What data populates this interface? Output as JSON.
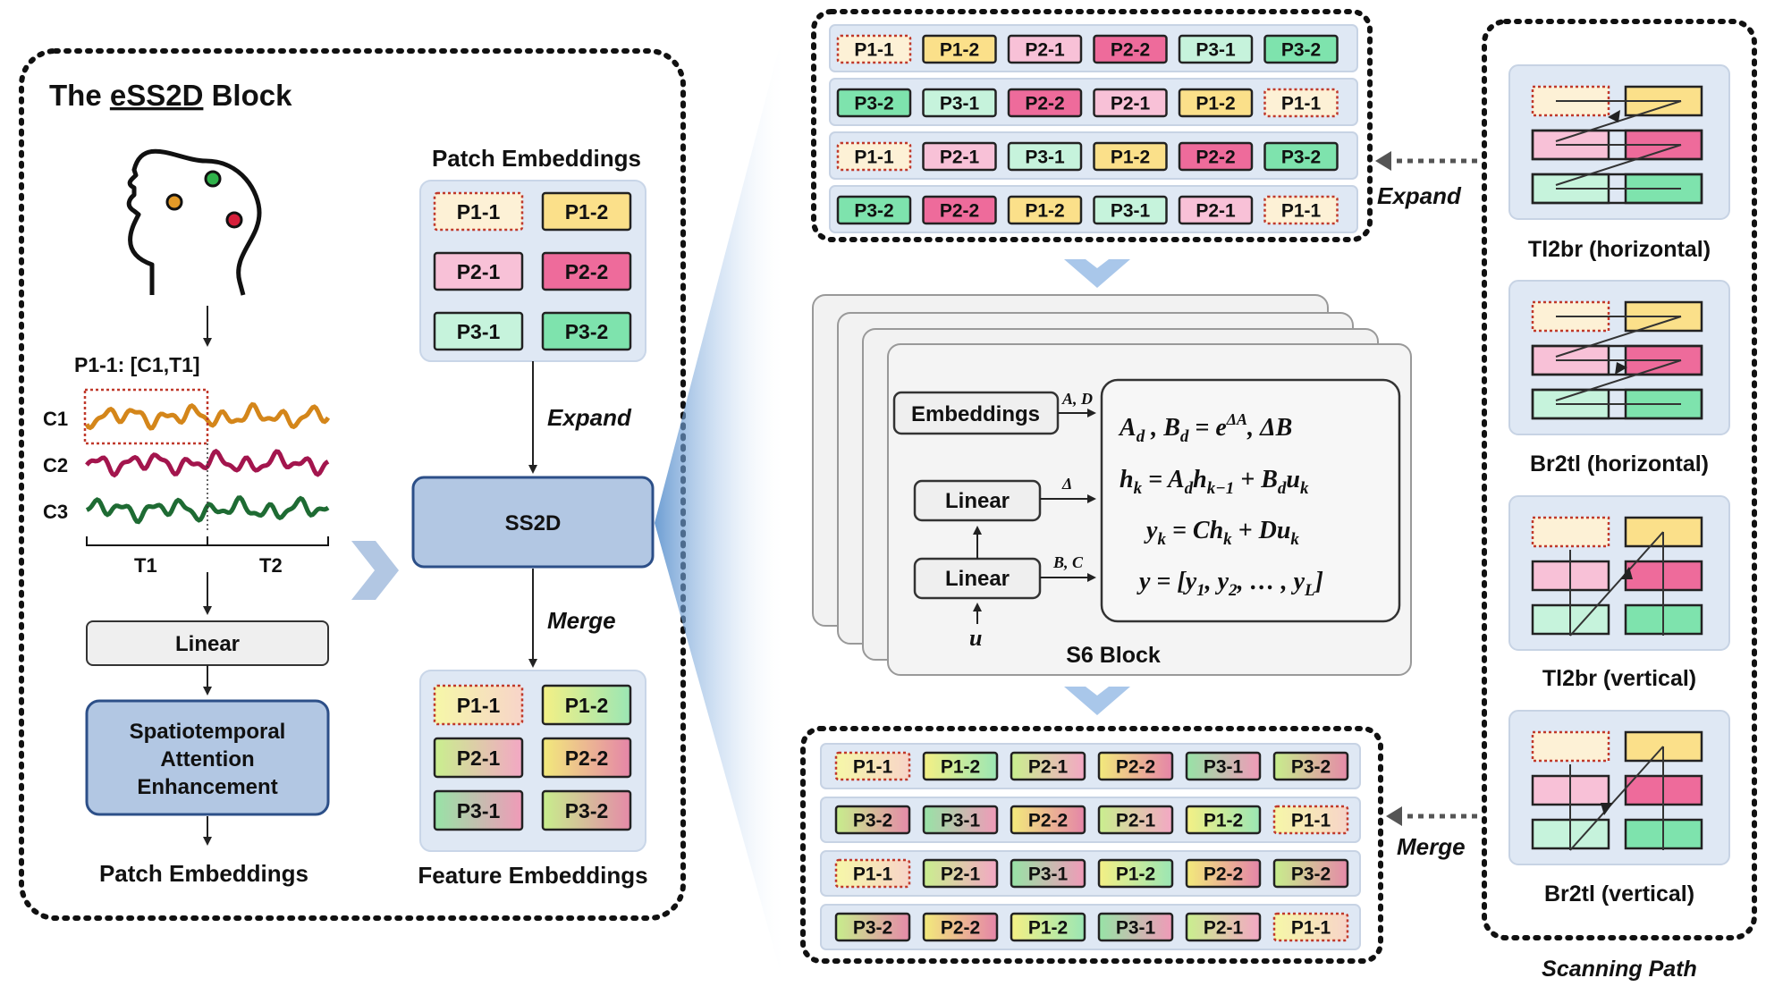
{
  "colors": {
    "p1_1": "#fdf1d6",
    "p1_2": "#fbe08a",
    "p2_1": "#f8c1d7",
    "p2_2": "#ee6b9b",
    "p3_1": "#c6f3dc",
    "p3_2": "#7ee3ad",
    "panel_blue": "#dfe8f4",
    "ss2d_fill": "#b2c7e3",
    "attention_fill": "#b2c7e3",
    "s6_fill": "#f2f2f2",
    "linear_fill": "#efefef",
    "signal_c1": "#d4861a",
    "signal_c2": "#a3154d",
    "signal_c3": "#1e6b33",
    "dotted_red": "#c0392b"
  },
  "left_block": {
    "title_prefix": "The ",
    "title_underlined": "eSS2D",
    "title_suffix": " Block",
    "patch_caption": "P1-1: [C1,T1]",
    "channels": [
      "C1",
      "C2",
      "C3"
    ],
    "time_labels": [
      "T1",
      "T2"
    ],
    "linear_label": "Linear",
    "attention_label_lines": [
      "Spatiotemporal",
      "Attention",
      "Enhancement"
    ],
    "output_label": "Patch Embeddings",
    "patch_embeddings_title": "Patch Embeddings",
    "patches": [
      "P1-1",
      "P1-2",
      "P2-1",
      "P2-2",
      "P3-1",
      "P3-2"
    ],
    "expand_label": "Expand",
    "ss2d_label": "SS2D",
    "merge_label": "Merge",
    "feature_embeddings_title": "Feature Embeddings"
  },
  "expand_sequences": [
    [
      "P1-1",
      "P1-2",
      "P2-1",
      "P2-2",
      "P3-1",
      "P3-2"
    ],
    [
      "P3-2",
      "P3-1",
      "P2-2",
      "P2-1",
      "P1-2",
      "P1-1"
    ],
    [
      "P1-1",
      "P2-1",
      "P3-1",
      "P1-2",
      "P2-2",
      "P3-2"
    ],
    [
      "P3-2",
      "P2-2",
      "P1-2",
      "P3-1",
      "P2-1",
      "P1-1"
    ]
  ],
  "merge_sequences": [
    [
      "P1-1",
      "P1-2",
      "P2-1",
      "P2-2",
      "P3-1",
      "P3-2"
    ],
    [
      "P3-2",
      "P3-1",
      "P2-2",
      "P2-1",
      "P1-2",
      "P1-1"
    ],
    [
      "P1-1",
      "P2-1",
      "P3-1",
      "P1-2",
      "P2-2",
      "P3-2"
    ],
    [
      "P3-2",
      "P2-2",
      "P1-2",
      "P3-1",
      "P2-1",
      "P1-1"
    ]
  ],
  "s6": {
    "embeddings_label": "Embeddings",
    "ad_label": "A, D",
    "linear1_label": "Linear",
    "delta_label": "Δ",
    "linear2_label": "Linear",
    "bc_label": "B, C",
    "input_label": "u",
    "block_label": "S6 Block",
    "eq1_base": "A",
    "eq1_sub": "d",
    "eq1_sep": " , ",
    "eq1_b": "B",
    "eq1_bsub": "d",
    "eq1_eq": " = e",
    "eq1_sup": "ΔA",
    "eq1_tail": ", ΔB",
    "eq2_h": "h",
    "eq2_hsub": "k",
    "eq2_mid": " = A",
    "eq2_asub": "d",
    "eq2_h2": "h",
    "eq2_h2sub": "k−1",
    "eq2_plus": " + B",
    "eq2_bsub": "d",
    "eq2_u": "u",
    "eq2_usub": "k",
    "eq3_y": "y",
    "eq3_ysub": "k",
    "eq3_mid": " = Ch",
    "eq3_hsub": "k",
    "eq3_plus": " + Du",
    "eq3_usub": "k",
    "eq4_lhs": "y = [y",
    "eq4_s1": "1",
    "eq4_m1": ", y",
    "eq4_s2": "2",
    "eq4_m2": ", … , y",
    "eq4_sl": "L",
    "eq4_end": "]"
  },
  "expand_arrow_label": "Expand",
  "merge_arrow_label": "Merge",
  "scanning": {
    "paths": [
      "Tl2br (horizontal)",
      "Br2tl (horizontal)",
      "Tl2br (vertical)",
      "Br2tl (vertical)"
    ],
    "caption": "Scanning Path"
  }
}
